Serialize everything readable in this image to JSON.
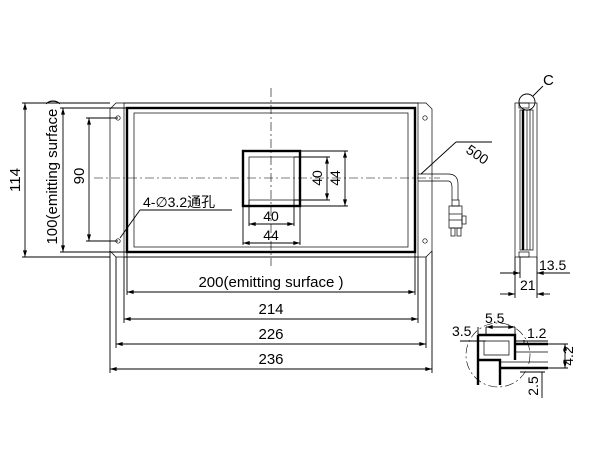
{
  "front_view": {
    "dim_overall_width": "236",
    "dim_frame_width": "226",
    "dim_inner_width": "214",
    "dim_emitting_width": "200(emitting surface )",
    "dim_overall_height": "114",
    "dim_emitting_height": "100(emitting surface )",
    "dim_hole_pitch_vertical": "90",
    "hole_callout": "4-∅3.2通孔",
    "dim_window_inner_w": "40",
    "dim_window_outer_w": "44",
    "dim_window_inner_h": "40",
    "dim_window_outer_h": "44",
    "dim_cable_length": "500"
  },
  "side_view": {
    "detail_label": "C",
    "dim_depth": "21",
    "dim_flange": "13.5"
  },
  "detail_view": {
    "dim_a": "3.5",
    "dim_b": "5.5",
    "dim_c": "1.2",
    "dim_d": "4.2",
    "dim_e": "2.5"
  }
}
